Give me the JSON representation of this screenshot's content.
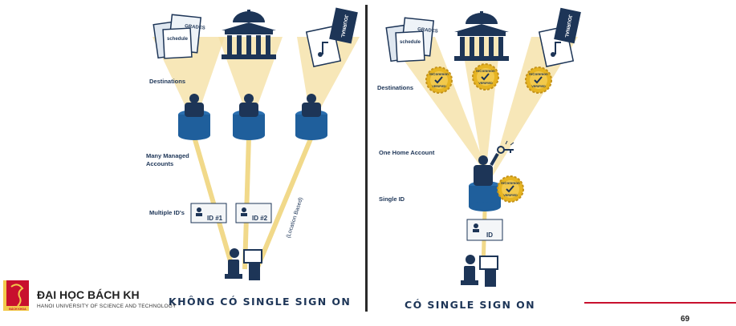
{
  "left_panel": {
    "labels": {
      "destinations": "Destinations",
      "managed_accounts_line1": "Many Managed",
      "managed_accounts_line2": "Accounts",
      "multiple_ids": "Multiple ID's"
    },
    "id_cards": [
      "ID  #1",
      "ID  #2"
    ],
    "location_based": "(Location Based)",
    "doc_texts": {
      "grades": "GRADES",
      "schedule": "schedule",
      "journal": "JOURNAL"
    },
    "caption": "KHÔNG CÓ SINGLE SIGN ON"
  },
  "right_panel": {
    "labels": {
      "destinations": "Destinations",
      "home_account": "One Home Account",
      "single_id": "Single ID"
    },
    "id_card": "ID",
    "seal_top": "InCommon",
    "seal_bottom": "VERIFIED",
    "doc_texts": {
      "grades": "GRADES",
      "schedule": "schedule",
      "journal": "JOURNAL"
    },
    "caption": "CÓ SINGLE SIGN ON"
  },
  "footer": {
    "university_name": "ĐẠI HỌC BÁCH KH",
    "university_subtitle": "HANOI UNIVERSITY OF SCIENCE AND TECHNOLOGY",
    "logo_text": "BÁCH KHOA",
    "page_number": "69"
  },
  "colors": {
    "navy": "#1d3557",
    "beam": "#f4dfa0",
    "seal_gold": "#e6b422",
    "accent_red": "#c8102e"
  }
}
